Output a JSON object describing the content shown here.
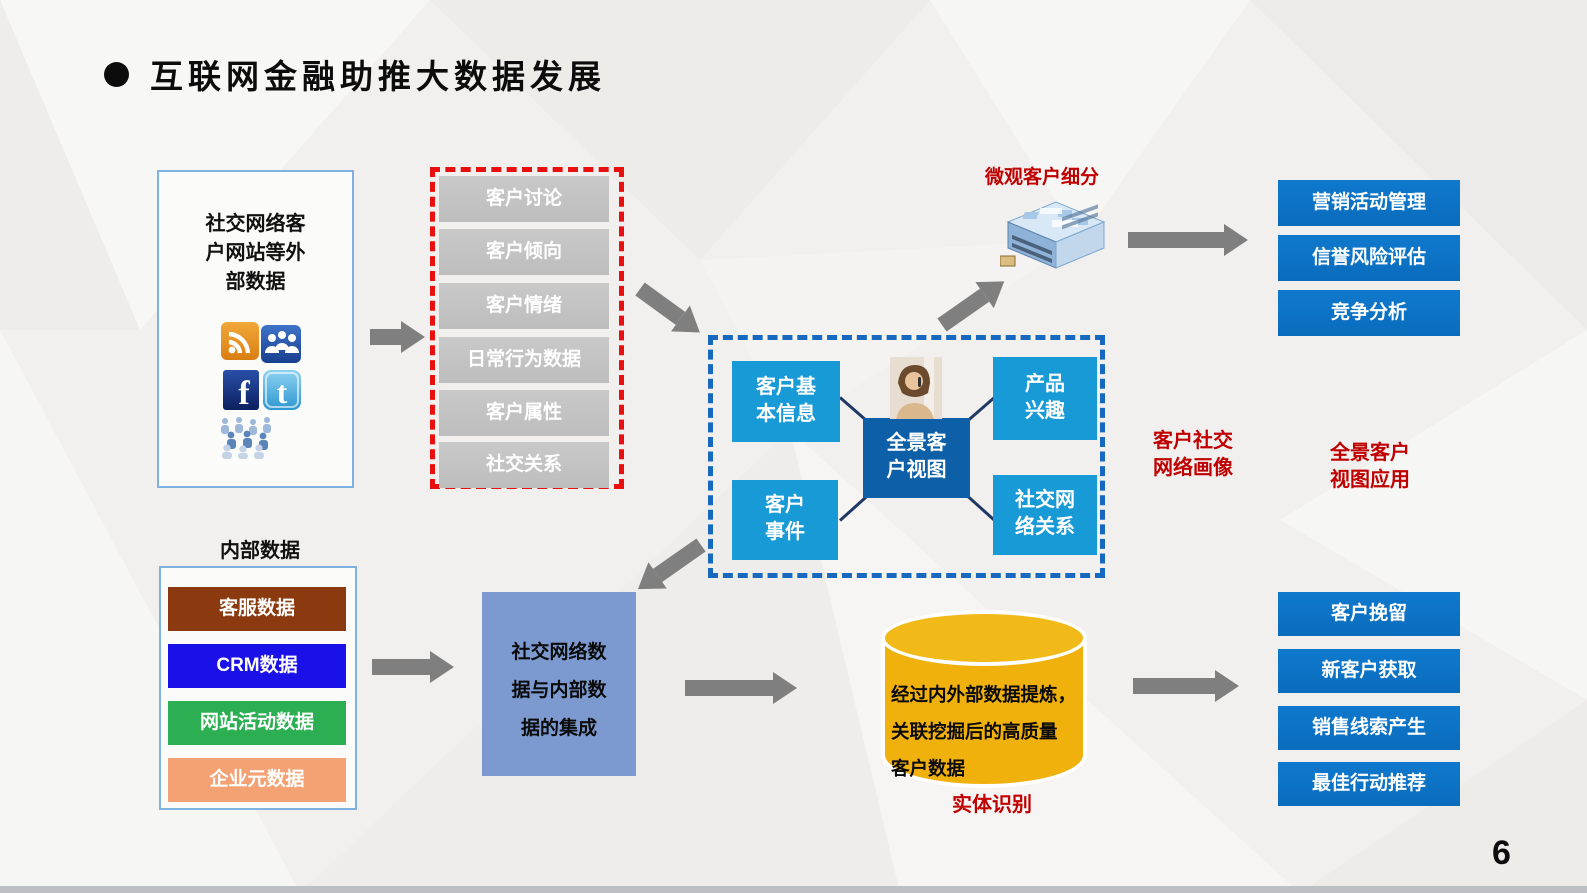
{
  "title": {
    "text": "互联网金融助推大数据发展"
  },
  "page_number": "6",
  "colors": {
    "attribute_gray": "#c2c2c2",
    "red_dashed_border": "#e80f0f",
    "blue_dashed_border": "#1669be",
    "node_light_blue": "#189ad6",
    "node_dark_blue": "#0d5fa8",
    "app_button_blue": "#0a6fc2",
    "arrow_gray": "#7f7f7f",
    "label_red": "#c00000",
    "cylinder_gold": "#f0b10c",
    "integration_blue": "#7d9ad0"
  },
  "icons": {
    "rss": "rss-icon",
    "myspace": "myspace-people-icon",
    "facebook": "facebook-icon",
    "twitter": "twitter-icon",
    "crowd": "crowd-people-image",
    "person": "customer-service-photo",
    "cube": "data-cube-image",
    "database": "database-cylinder"
  },
  "external_box": {
    "label_lines": [
      "社交网络客",
      "户网站等外",
      "部数据"
    ],
    "facebook_letter": "f",
    "twitter_letter": "t"
  },
  "attribute_list": {
    "items": [
      "客户讨论",
      "客户倾向",
      "客户情绪",
      "日常行为数据",
      "客户属性",
      "社交关系"
    ]
  },
  "customer_view": {
    "top_left": [
      "客户基",
      "本信息"
    ],
    "top_right": [
      "产品",
      "兴趣"
    ],
    "bottom_left": [
      "客户",
      "事件"
    ],
    "bottom_right": [
      "社交网",
      "络关系"
    ],
    "center": [
      "全景客",
      "户视图"
    ]
  },
  "micro_segmentation": {
    "label": "微观客户细分"
  },
  "top_applications": {
    "items": [
      "营销活动管理",
      "信誉风险评估",
      "竞争分析"
    ]
  },
  "red_labels": {
    "social_profile": [
      "客户社交",
      "网络画像"
    ],
    "view_application": [
      "全景客户",
      "视图应用"
    ],
    "entity_recognition": "实体识别"
  },
  "internal_data": {
    "label": "内部数据",
    "items": [
      {
        "label": "客服数据",
        "color": "#8b390e"
      },
      {
        "label": "CRM数据",
        "color": "#1a10e8"
      },
      {
        "label": "网站活动数据",
        "color": "#2baf52"
      },
      {
        "label": "企业元数据",
        "color": "#f4a273"
      }
    ]
  },
  "integration_box": {
    "lines": [
      "社交网络数",
      "据与内部数",
      "据的集成"
    ]
  },
  "refined_data": {
    "lines": [
      "经过内外部数据提炼，",
      "关联挖掘后的高质量",
      "客户数据"
    ]
  },
  "bottom_applications": {
    "items": [
      "客户挽留",
      "新客户获取",
      "销售线索产生",
      "最佳行动推荐"
    ]
  }
}
